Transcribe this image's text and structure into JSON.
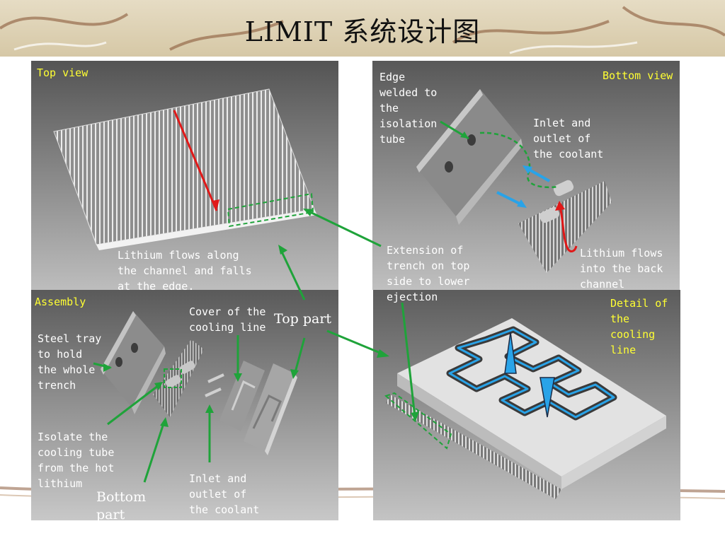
{
  "title": "LIMIT 系统设计图",
  "colors": {
    "label_yellow": "#ffff33",
    "flow_red": "#e01818",
    "arrow_green": "#1fa33a",
    "flow_blue": "#29a3e8"
  },
  "panels": {
    "top_view": {
      "heading": "Top view",
      "flow_note": "Lithium flows along\nthe channel and falls\nat the edge."
    },
    "bottom_view": {
      "heading": "Bottom view",
      "edge_note": "Edge\nwelded to\nthe\nisolation\ntube",
      "inlet_note": "Inlet and\noutlet of\nthe coolant",
      "back_note": "Lithium flows\ninto the back\nchannel"
    },
    "assembly": {
      "heading": "Assembly",
      "tray_note": "Steel tray\nto hold\nthe whole\ntrench",
      "cover_note": "Cover of the\ncooling line",
      "top_part": "Top part",
      "isolate_note": "Isolate the\ncooling tube\nfrom the hot\nlithium",
      "bottom_part": "Bottom\npart",
      "inlet_note": "Inlet and\noutlet of\nthe coolant"
    },
    "detail": {
      "heading": "Detail of\nthe cooling\nline"
    }
  },
  "extension_note": "Extension of\ntrench on top\nside to lower\nejection"
}
